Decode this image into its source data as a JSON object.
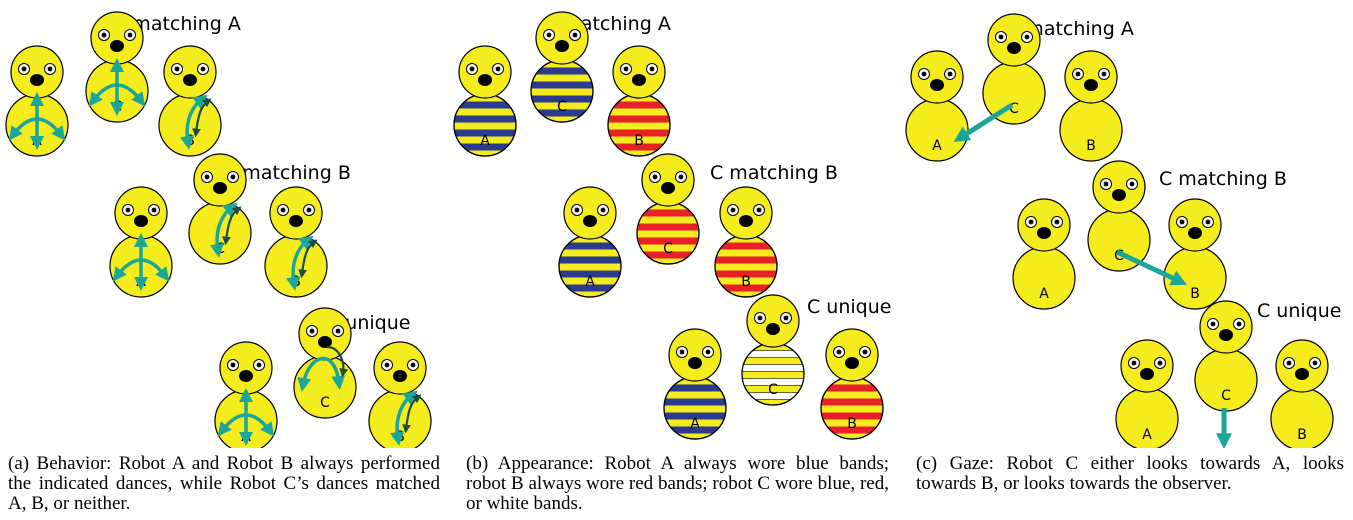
{
  "panels": [
    {
      "id": "behavior",
      "rows": [
        {
          "title": "C matching A",
          "robots": [
            {
              "label": "A"
            },
            {
              "label": "C"
            },
            {
              "label": "B"
            }
          ]
        },
        {
          "title": "C matching B",
          "robots": [
            {
              "label": "A"
            },
            {
              "label": "C"
            },
            {
              "label": "B"
            }
          ]
        },
        {
          "title": "C unique",
          "robots": [
            {
              "label": "A"
            },
            {
              "label": "C"
            },
            {
              "label": "B"
            }
          ]
        }
      ],
      "caption": "(a) Behavior: Robot A and Robot B always performed the indicated dances, while Robot C’s dances matched A, B, or neither."
    },
    {
      "id": "appearance",
      "rows": [
        {
          "title": "C matching A",
          "robots": [
            {
              "label": "A",
              "bands": "blue"
            },
            {
              "label": "C",
              "bands": "blue"
            },
            {
              "label": "B",
              "bands": "red"
            }
          ]
        },
        {
          "title": "C matching B",
          "robots": [
            {
              "label": "A",
              "bands": "blue"
            },
            {
              "label": "C",
              "bands": "red"
            },
            {
              "label": "B",
              "bands": "red"
            }
          ]
        },
        {
          "title": "C unique",
          "robots": [
            {
              "label": "A",
              "bands": "blue"
            },
            {
              "label": "C",
              "bands": "white"
            },
            {
              "label": "B",
              "bands": "red"
            }
          ]
        }
      ],
      "caption": "(b) Appearance: Robot A always wore blue bands; robot B always wore red bands; robot C wore blue, red, or white bands."
    },
    {
      "id": "gaze",
      "rows": [
        {
          "title": "C matching A",
          "robots": [
            {
              "label": "A"
            },
            {
              "label": "C",
              "gaze": "A"
            },
            {
              "label": "B"
            }
          ]
        },
        {
          "title": "C matching B",
          "robots": [
            {
              "label": "A"
            },
            {
              "label": "C",
              "gaze": "B"
            },
            {
              "label": "B"
            }
          ]
        },
        {
          "title": "C unique",
          "robots": [
            {
              "label": "A"
            },
            {
              "label": "C",
              "gaze": "observer"
            },
            {
              "label": "B"
            }
          ]
        }
      ],
      "caption": "(c) Gaze: Robot C either looks towards A, looks towards B, or looks towards the observer."
    }
  ],
  "colors": {
    "robot_fill": "#f4ec1c",
    "robot_stroke": "#000000",
    "arrow_teal": "#1aa79a",
    "arrow_dark": "#1d4b45",
    "band_blue": "#2a3a8f",
    "band_red": "#e8202a",
    "band_white": "#ffffff"
  }
}
